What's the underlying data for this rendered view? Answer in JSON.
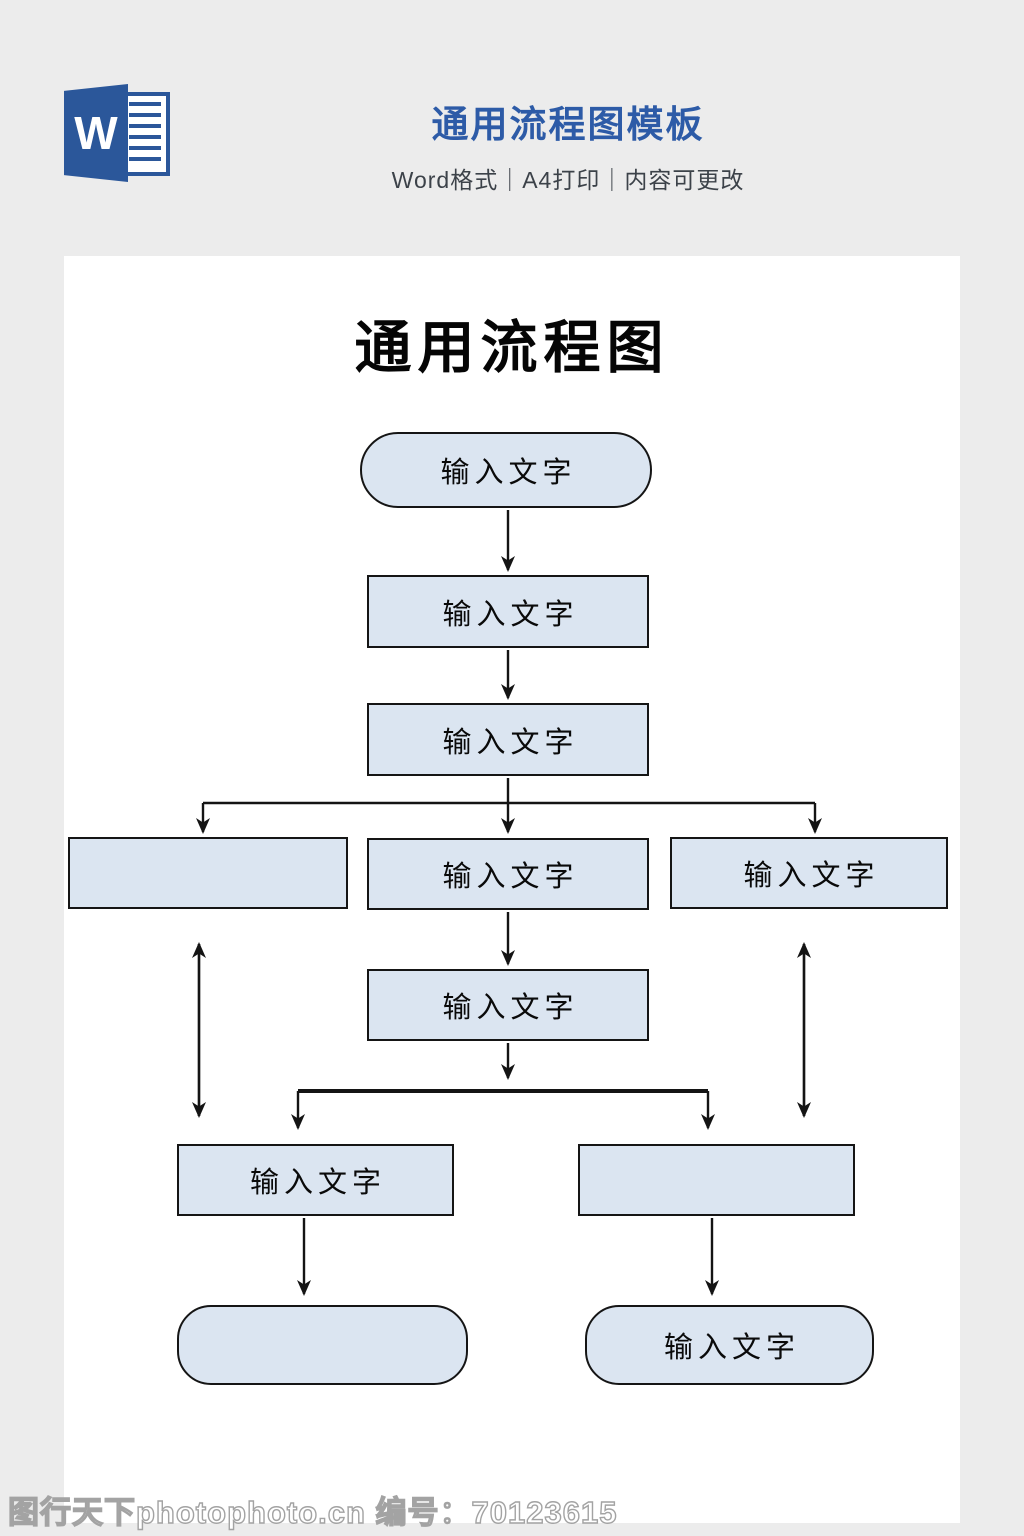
{
  "header": {
    "app_badge": {
      "letter": "W"
    },
    "title": "通用流程图模板",
    "subtitle": "Word格式｜A4打印｜内容可更改"
  },
  "page": {
    "title": "通用流程图",
    "nodes": [
      {
        "shape": "stadium",
        "label": "输入文字"
      },
      {
        "shape": "rect",
        "label": "输入文字"
      },
      {
        "shape": "rect",
        "label": "输入文字"
      },
      {
        "shape": "rect",
        "label": ""
      },
      {
        "shape": "rect",
        "label": "输入文字"
      },
      {
        "shape": "rect",
        "label": "输入文字"
      },
      {
        "shape": "rect",
        "label": "输入文字"
      },
      {
        "shape": "rect",
        "label": "输入文字"
      },
      {
        "shape": "rect",
        "label": ""
      },
      {
        "shape": "stadium",
        "label": ""
      },
      {
        "shape": "stadium",
        "label": "输入文字"
      }
    ]
  },
  "watermark": {
    "text": "图行天下photophoto.cn 编号：70123615"
  },
  "colors": {
    "accent_blue": "#2d5ba7",
    "word_icon_blue": "#2b579a",
    "node_fill": "#dbe5f1",
    "page_background": "#ffffff",
    "canvas_background": "#ececec"
  }
}
